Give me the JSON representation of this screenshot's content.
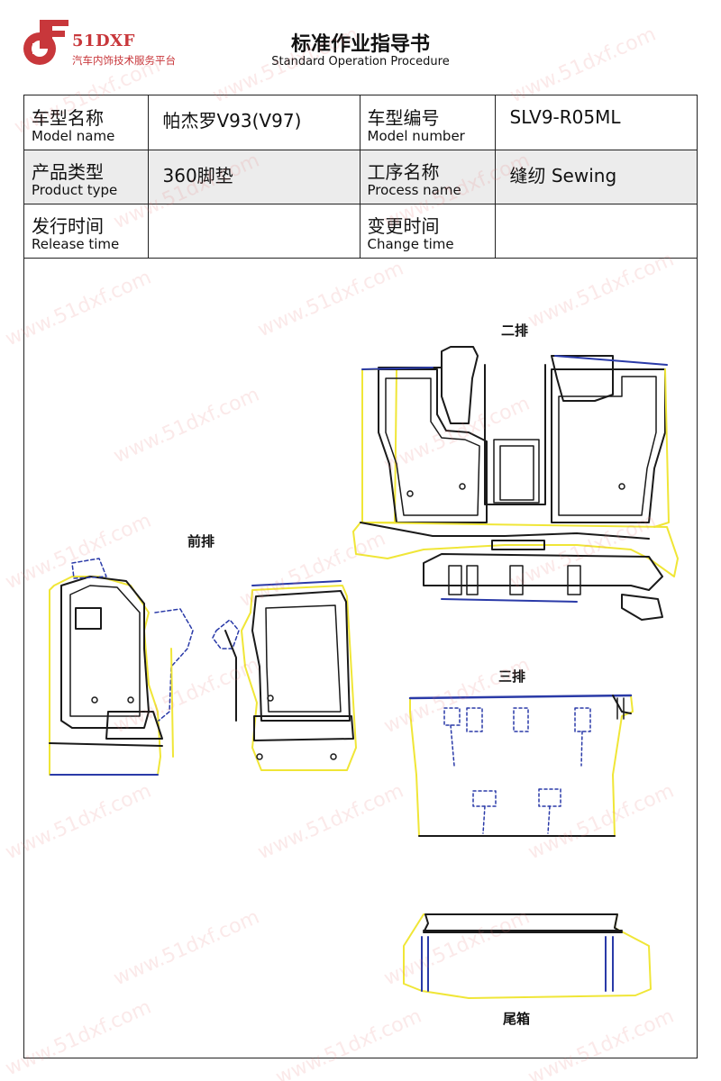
{
  "brand": {
    "logo_mark": "51DXF",
    "name": "51DXF",
    "subtitle": "汽车内饰技术服务平台",
    "color": "#c8373b"
  },
  "document": {
    "title": "标准作业指导书",
    "subtitle": "Standard Operation Procedure"
  },
  "info_table": {
    "rows": [
      {
        "label1_zh": "车型名称",
        "label1_en": "Model name",
        "value1": "帕杰罗V93(V97)",
        "label2_zh": "车型编号",
        "label2_en": "Model number",
        "value2": "SLV9-R05ML"
      },
      {
        "label1_zh": "产品类型",
        "label1_en": "Product type",
        "value1": "360脚垫",
        "label2_zh": "工序名称",
        "label2_en": "Process name",
        "value2": "缝纫 Sewing"
      },
      {
        "label1_zh": "发行时间",
        "label1_en": "Release time",
        "value1": "",
        "label2_zh": "变更时间",
        "label2_en": "Change time",
        "value2": ""
      }
    ]
  },
  "sections": {
    "second_row": "二排",
    "front_row": "前排",
    "third_row": "三排",
    "trunk": "尾箱"
  },
  "watermark": "www.51dxf.com",
  "colors": {
    "outline": "#1a1a1a",
    "edge_blue": "#2a3aa8",
    "edge_yellow": "#f0e637"
  }
}
